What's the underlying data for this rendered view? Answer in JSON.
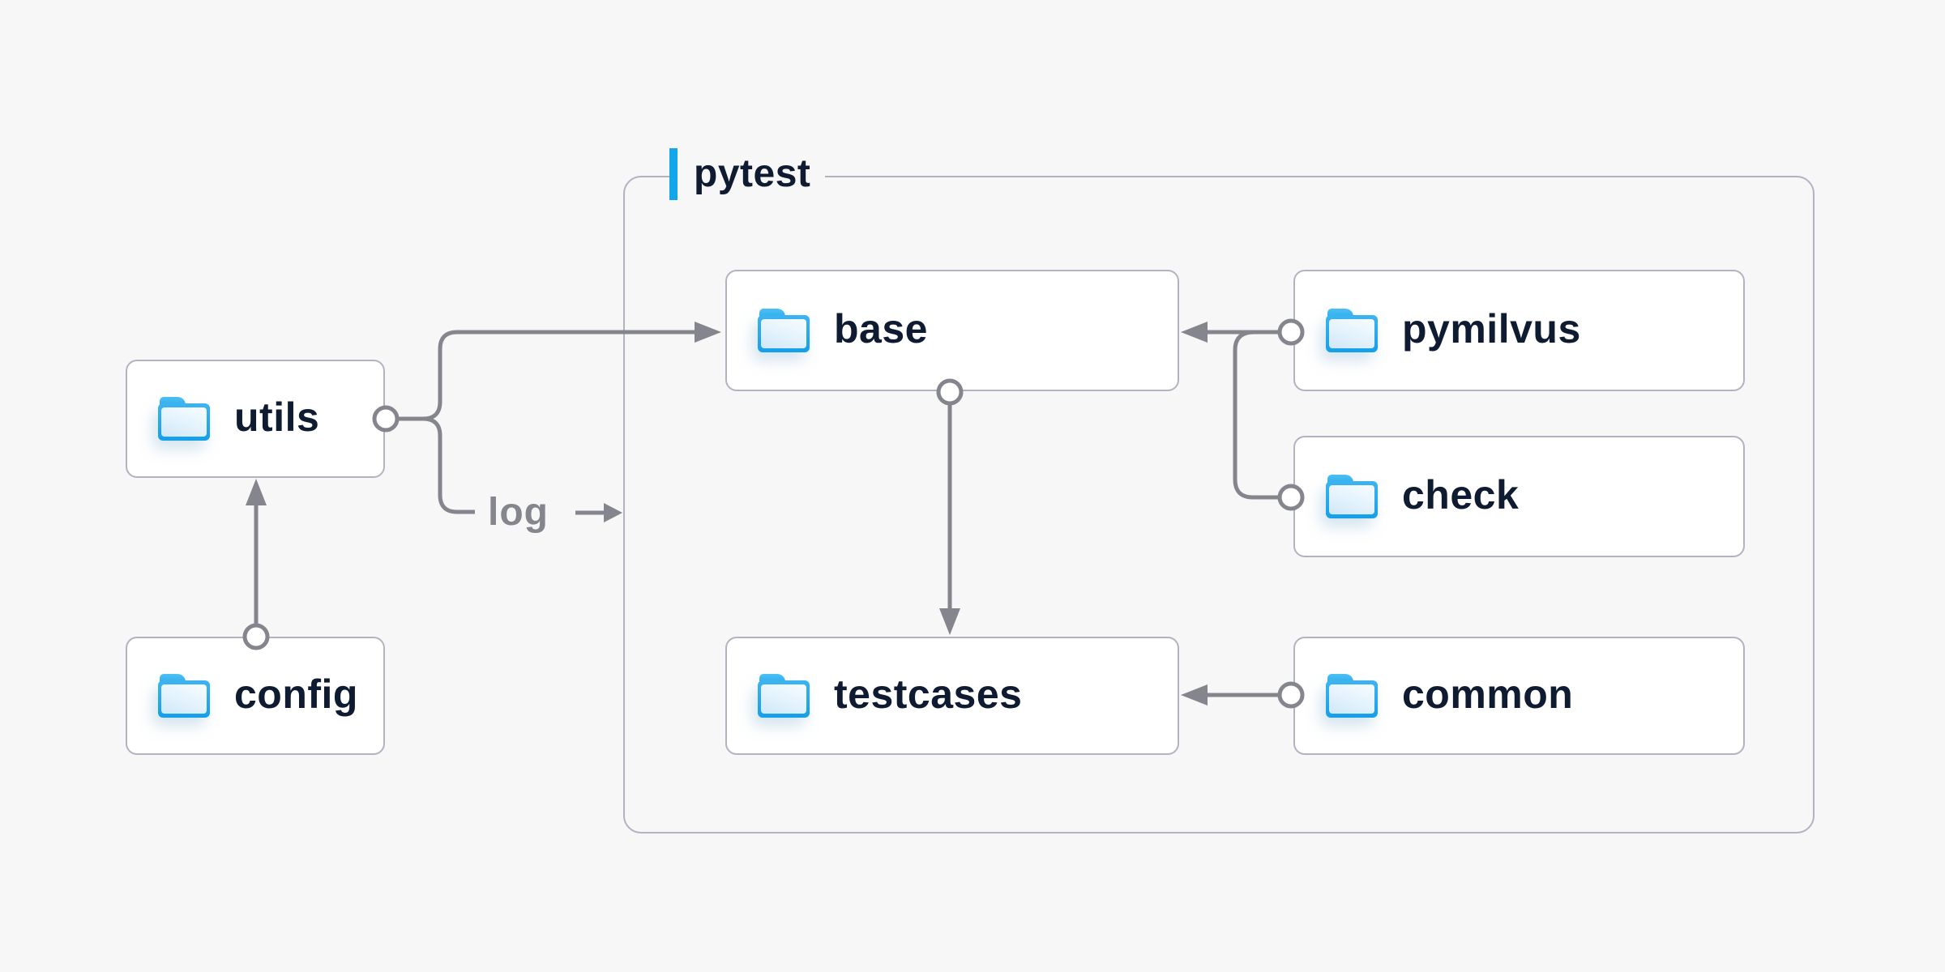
{
  "group": {
    "label": "pytest"
  },
  "nodes": {
    "utils": {
      "label": "utils",
      "icon": "folder-icon"
    },
    "config": {
      "label": "config",
      "icon": "folder-icon"
    },
    "base": {
      "label": "base",
      "icon": "folder-icon"
    },
    "pymilvus": {
      "label": "pymilvus",
      "icon": "folder-icon"
    },
    "check": {
      "label": "check",
      "icon": "folder-icon"
    },
    "testcases": {
      "label": "testcases",
      "icon": "folder-icon"
    },
    "common": {
      "label": "common",
      "icon": "folder-icon"
    }
  },
  "edges": {
    "log_label": "log",
    "connections": [
      {
        "from": "config",
        "to": "utils",
        "style": "arrow"
      },
      {
        "from": "utils",
        "to": "base",
        "style": "arrow"
      },
      {
        "from": "utils",
        "to": "log",
        "style": "label-arrow"
      },
      {
        "from": "base",
        "to": "testcases",
        "style": "arrow"
      },
      {
        "from": "pymilvus",
        "to": "base",
        "style": "arrow"
      },
      {
        "from": "pymilvus",
        "to": "check",
        "style": "branch"
      },
      {
        "from": "common",
        "to": "testcases",
        "style": "arrow"
      }
    ]
  },
  "colors": {
    "background": "#f7f7f8",
    "accent_blue": "#12a7ea",
    "connector_gray": "#85868d",
    "box_border": "#b1b4c0",
    "label_text": "#0f1b30",
    "folder_blue": "#29a9e9",
    "box_fill": "#ffffff"
  }
}
